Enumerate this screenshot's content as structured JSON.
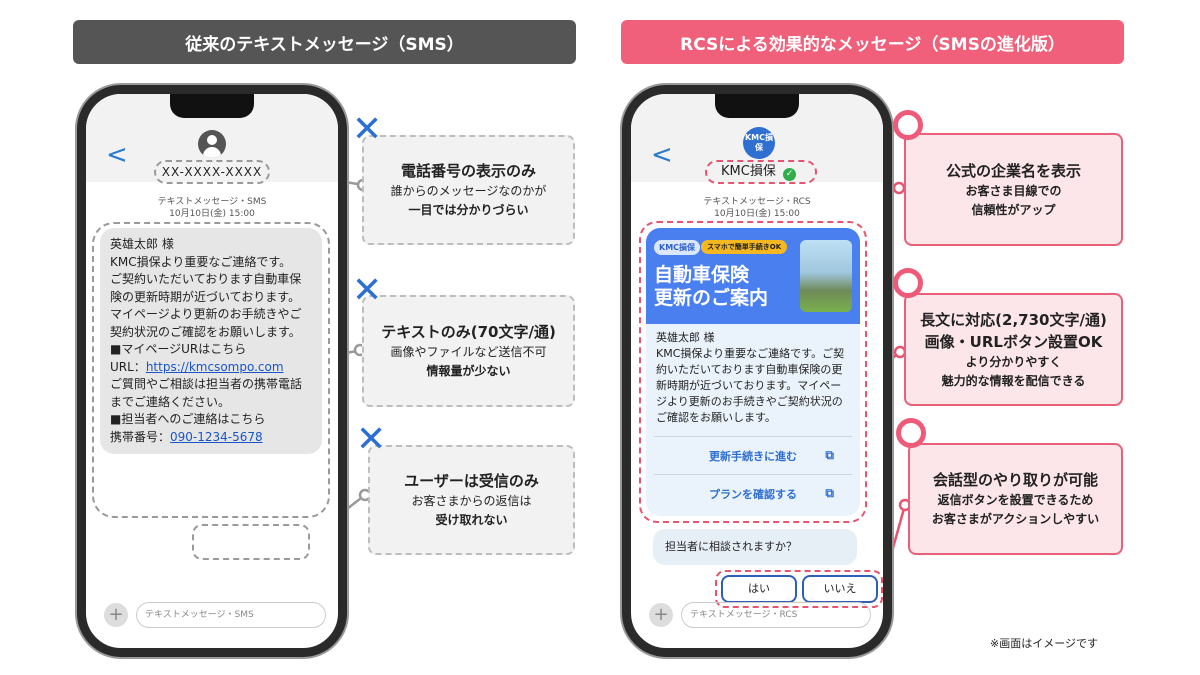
{
  "left": {
    "header": "従来のテキストメッセージ（SMS）",
    "sender": "XX-XXXX-XXXX",
    "meta_type": "テキストメッセージ・SMS",
    "meta_date": "10月10日(金) 15:00",
    "message_lines": [
      "英雄太郎 様",
      "KMC損保より重要なご連絡です。",
      "ご契約いただいております自動車保険の更新時期が近づいております。",
      "マイページより更新のお手続きやご契約状況のご確認をお願いします。",
      "■マイページURはこちら"
    ],
    "url_label": "URL：",
    "url": "https://kmcsompo.com",
    "message_after": [
      "ご質問やご相談は担当者の携帯電話までご連絡ください。",
      "■担当者へのご連絡はこちら"
    ],
    "phone_label": "携帯番号：",
    "phone": "090-1234-5678",
    "input_placeholder": "テキストメッセージ・SMS",
    "callouts": [
      {
        "title": "電話番号の表示のみ",
        "lines": [
          "誰からのメッセージなのかが",
          "一目では分かりづらい"
        ]
      },
      {
        "title": "テキストのみ(70文字/通)",
        "lines": [
          "画像やファイルなど送信不可",
          "情報量が少ない"
        ]
      },
      {
        "title": "ユーザーは受信のみ",
        "lines": [
          "お客さまからの返信は",
          "受け取れない"
        ]
      }
    ]
  },
  "right": {
    "header": "RCSによる効果的なメッセージ（SMSの進化版）",
    "avatar": "KMC損保",
    "sender": "KMC損保",
    "meta_type": "テキストメッセージ・RCS",
    "meta_date": "10月10日(金) 15:00",
    "banner": {
      "logo": "KMC損保",
      "badge": "スマホで簡単手続きOK",
      "title1": "自動車保険",
      "title2": "更新のご案内"
    },
    "message": "英雄太郎 様\nKMC損保より重要なご連絡です。ご契約いただいております自動車保険の更新時期が近づいております。マイページより更新のお手続きやご契約状況のご確認をお願いします。",
    "actions": [
      "更新手続きに進む",
      "プランを確認する"
    ],
    "question": "担当者に相談されますか？",
    "replies": [
      "はい",
      "いいえ"
    ],
    "input_placeholder": "テキストメッセージ・RCS",
    "callouts": [
      {
        "title": "公式の企業名を表示",
        "lines": [
          "お客さま目線での",
          "信頼性がアップ"
        ]
      },
      {
        "title": "長文に対応(2,730文字/通)",
        "title2": "画像・URLボタン設置OK",
        "lines": [
          "より分かりやすく",
          "魅力的な情報を配信できる"
        ]
      },
      {
        "title": "会話型のやり取りが可能",
        "lines": [
          "返信ボタンを設置できるため",
          "お客さまがアクションしやすい"
        ]
      }
    ]
  },
  "note": "※画面はイメージです",
  "colors": {
    "sms_header": "#555555",
    "rcs_header": "#f0607a",
    "x_mark": "#2b6fd6",
    "rcs_blue": "#4a7ff0",
    "link": "#1a55c8"
  }
}
